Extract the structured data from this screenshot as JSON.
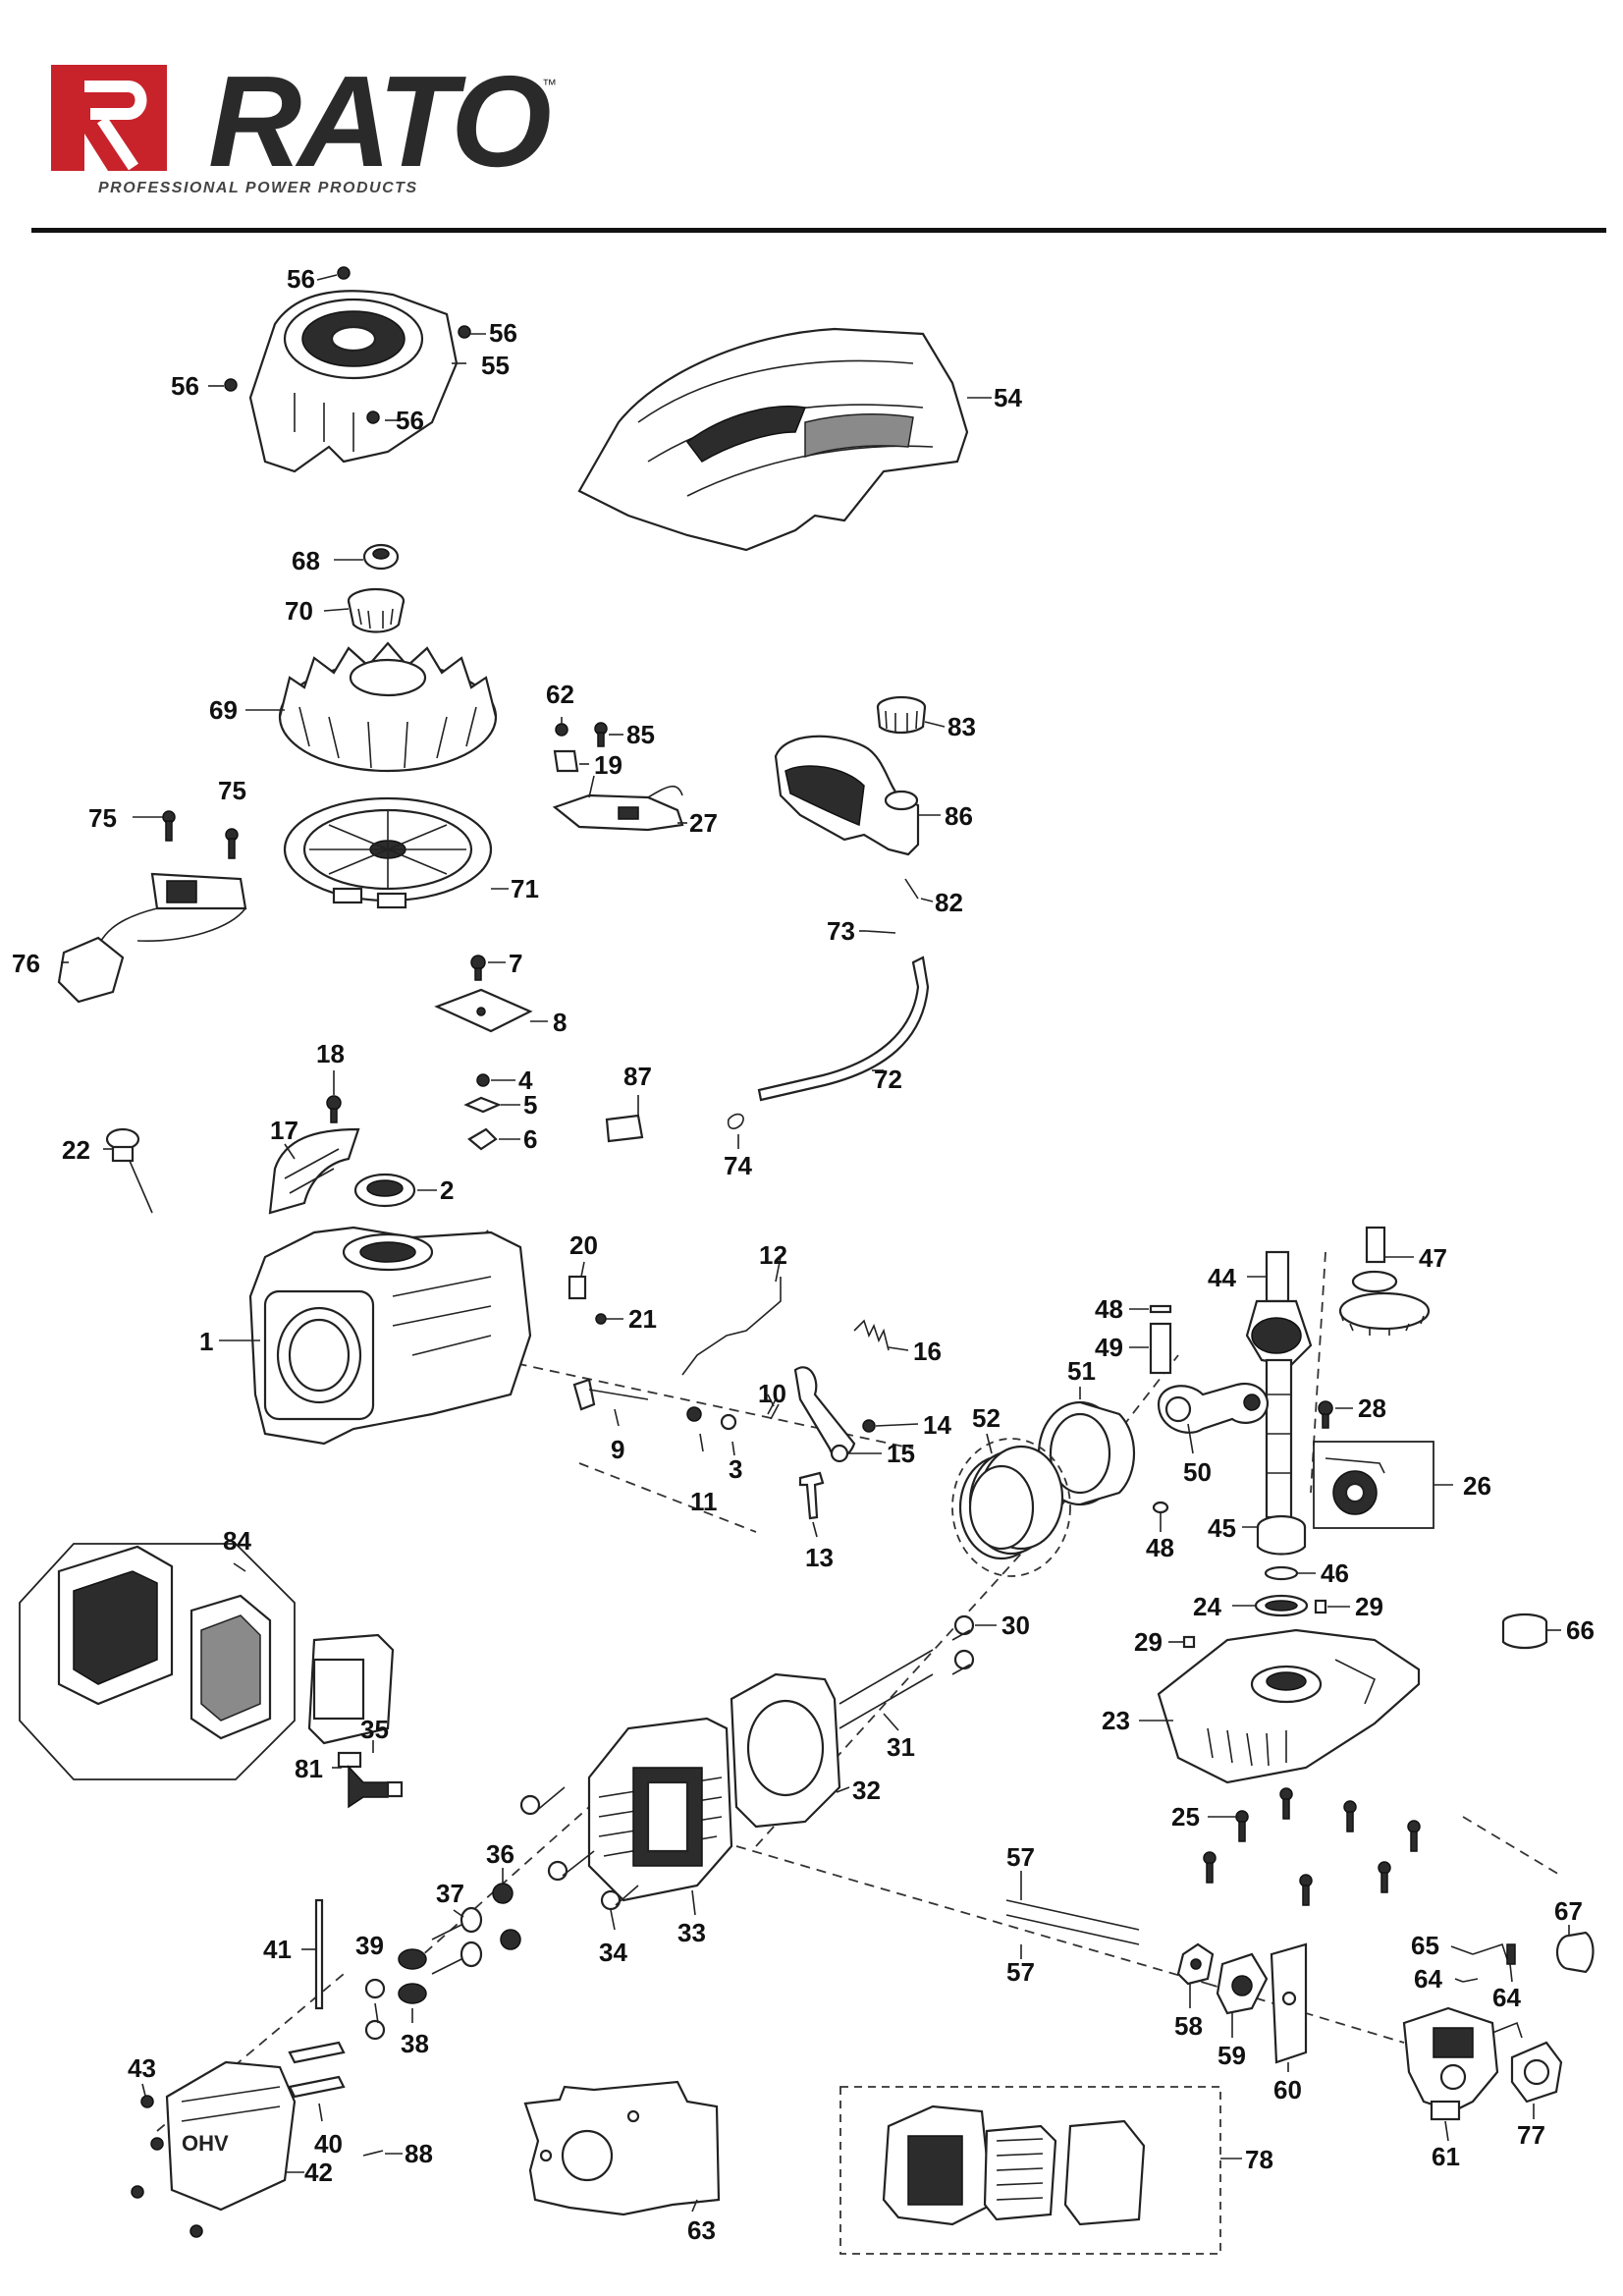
{
  "brand": {
    "name": "RATO",
    "trademark": "™",
    "tagline": "PROFESSIONAL POWER PRODUCTS",
    "color_red": "#c8232b",
    "color_dark": "#2a2a2a"
  },
  "callouts": {
    "p1": "1",
    "p2": "2",
    "p3": "3",
    "p4": "4",
    "p5": "5",
    "p6": "6",
    "p7": "7",
    "p8": "8",
    "p9": "9",
    "p10": "10",
    "p11": "11",
    "p12": "12",
    "p13": "13",
    "p14": "14",
    "p15": "15",
    "p16": "16",
    "p17": "17",
    "p18": "18",
    "p19": "19",
    "p20": "20",
    "p21": "21",
    "p22": "22",
    "p23": "23",
    "p24": "24",
    "p25": "25",
    "p26": "26",
    "p27": "27",
    "p28": "28",
    "p29": "29",
    "p30": "30",
    "p31": "31",
    "p32": "32",
    "p33": "33",
    "p34": "34",
    "p35": "35",
    "p36": "36",
    "p37": "37",
    "p38": "38",
    "p39": "39",
    "p40": "40",
    "p41": "41",
    "p42": "42",
    "p43": "43",
    "p44": "44",
    "p45": "45",
    "p46": "46",
    "p47": "47",
    "p48": "48",
    "p49": "49",
    "p50": "50",
    "p51": "51",
    "p52": "52",
    "p54": "54",
    "p55": "55",
    "p56": "56",
    "p57": "57",
    "p58": "58",
    "p59": "59",
    "p60": "60",
    "p61": "61",
    "p62": "62",
    "p63": "63",
    "p64": "64",
    "p65": "65",
    "p66": "66",
    "p67": "67",
    "p68": "68",
    "p69": "69",
    "p70": "70",
    "p71": "71",
    "p72": "72",
    "p73": "73",
    "p74": "74",
    "p75": "75",
    "p76": "76",
    "p77": "77",
    "p78": "78",
    "p81": "81",
    "p82": "82",
    "p83": "83",
    "p84": "84",
    "p85": "85",
    "p86": "86",
    "p87": "87",
    "p88": "88"
  },
  "valve_cover_mark": "OHV"
}
